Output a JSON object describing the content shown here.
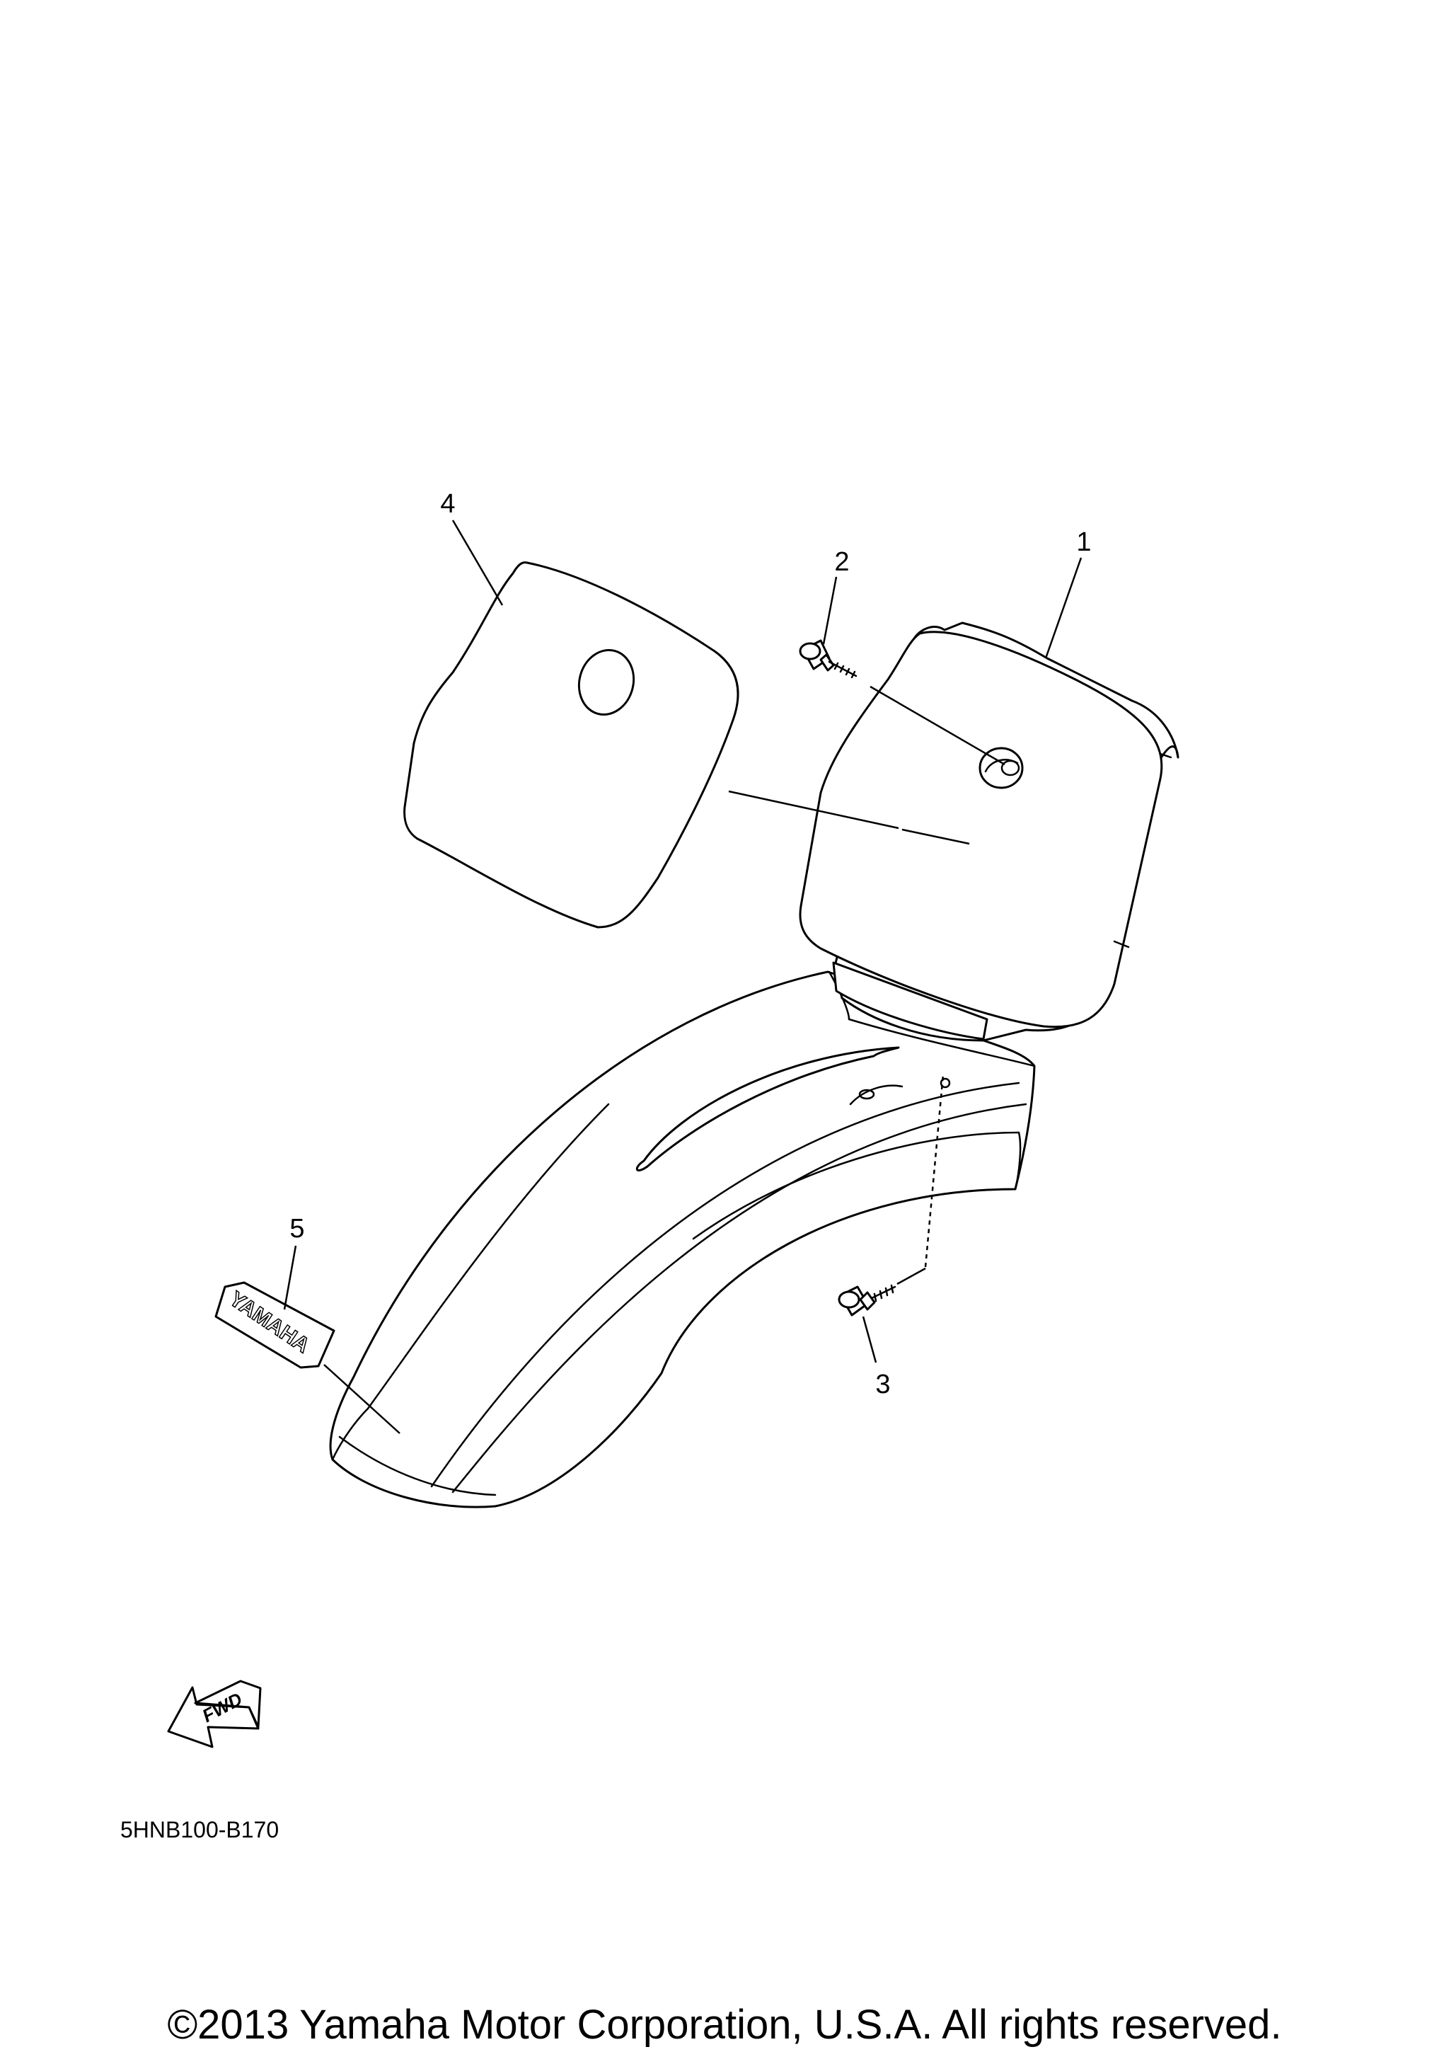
{
  "callouts": [
    {
      "id": "1",
      "label": "1"
    },
    {
      "id": "2",
      "label": "2"
    },
    {
      "id": "3",
      "label": "3"
    },
    {
      "id": "4",
      "label": "4"
    },
    {
      "id": "5",
      "label": "5"
    }
  ],
  "decal_text": "YAMAHA",
  "direction_arrow_text": "FWD",
  "diagram_code": "5HNB100-B170",
  "copyright": "©2013 Yamaha Motor Corporation, U.S.A. All rights reserved."
}
